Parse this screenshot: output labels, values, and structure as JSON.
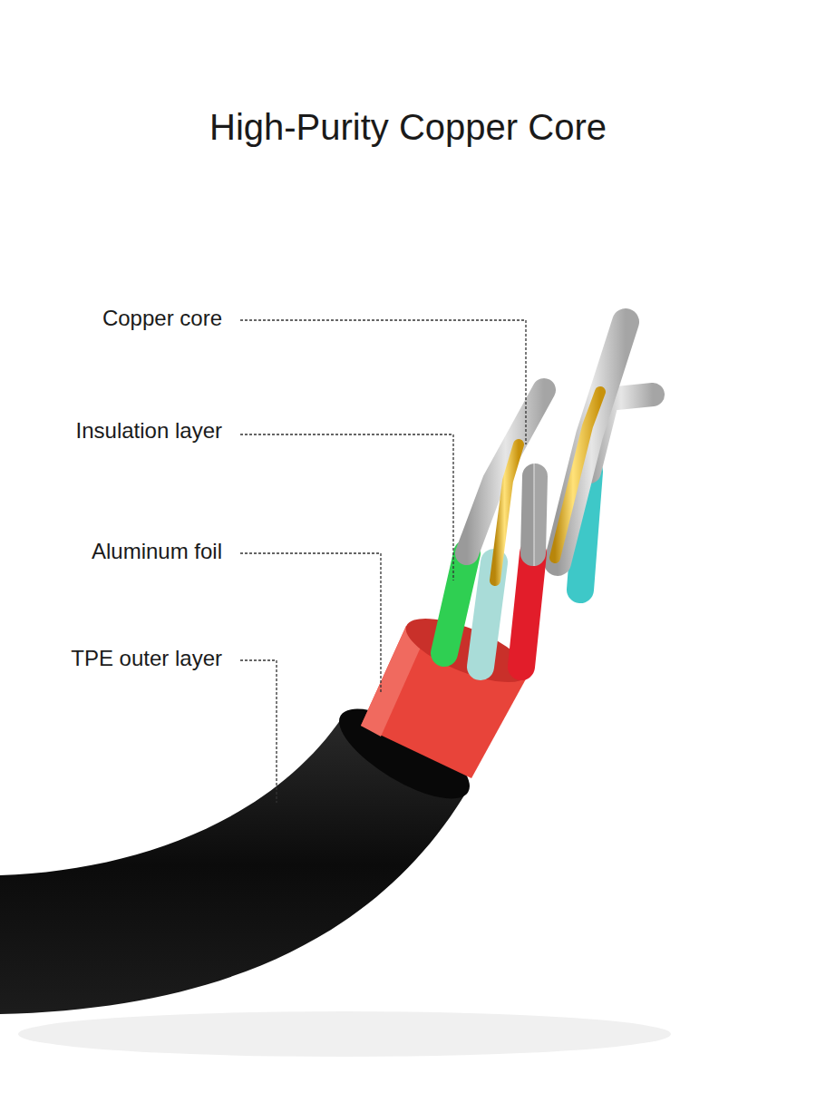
{
  "diagram": {
    "title": "High-Purity Copper Core",
    "labels": [
      "Copper core",
      "Insulation layer",
      "Aluminum foil",
      "TPE outer layer"
    ]
  }
}
